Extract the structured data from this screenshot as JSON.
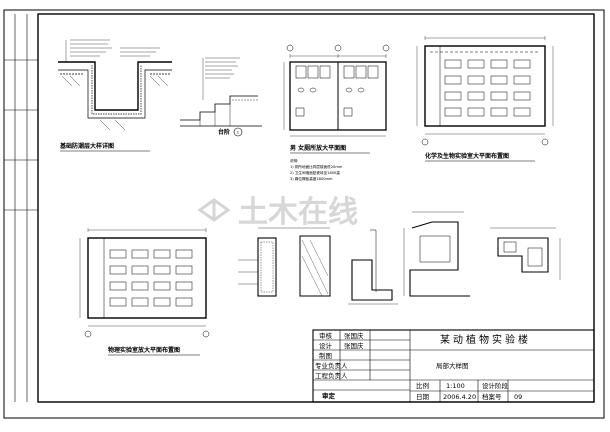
{
  "watermark": {
    "text": "土木在线"
  },
  "captions": {
    "waterproof_detail": "基础防潮层大样详图",
    "toilet_plan": "男 女厕所放大平面图",
    "lab_plan_top": "化学及生物实验室大平面布置图",
    "lab_plan_bottom": "物理实验室放大平面布置图",
    "step_detail": "台阶",
    "step_no": "1"
  },
  "notes": {
    "toilet": [
      "说明:",
      "1) 厕所地面比同层楼面低20mm",
      "2) 卫生间墙面贴瓷砖至1800高",
      "3) 蹲位隔板高度1800mm"
    ]
  },
  "title_block": {
    "rows": [
      {
        "label": "审核",
        "value": "张国庆"
      },
      {
        "label": "设计",
        "value": "张国庆"
      },
      {
        "label": "制图",
        "value": ""
      },
      {
        "label": "专业负责人",
        "value": ""
      },
      {
        "label": "工程负责人",
        "value": ""
      }
    ],
    "approved_label": "审定",
    "project_name": "某动植物实验楼",
    "drawing_title": "局部大样图",
    "scale_label": "比例",
    "scale_value": "1:100",
    "date_label": "日期",
    "date_value": "2006.4.20",
    "phase_label": "设计阶段",
    "sheet_no_label": "档案号",
    "sheet_no": "09"
  }
}
